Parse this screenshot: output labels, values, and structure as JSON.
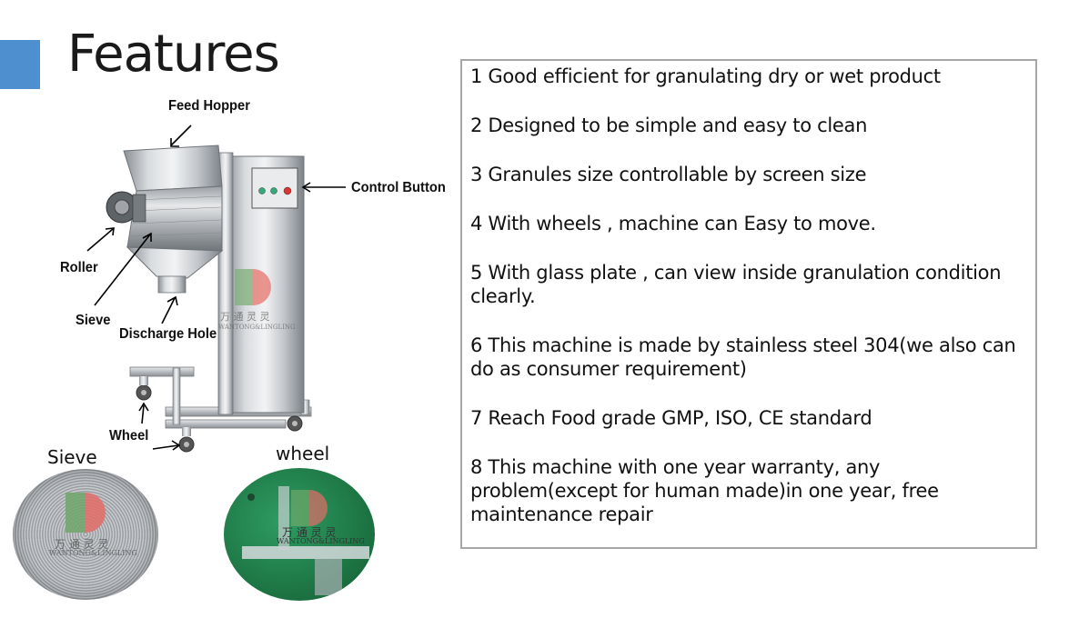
{
  "slide": {
    "title": "Features",
    "accent_color": "#4e8fd0"
  },
  "features": [
    "1 Good efficient for granulating dry or wet product",
    "2 Designed to be simple and easy to clean",
    "3 Granules size controllable by screen size",
    "4 With wheels , machine can Easy to move.",
    "5 With glass plate , can view inside granulation condition clearly.",
    "6  This machine is made by stainless steel 304(we also can do as consumer requirement)",
    "7 Reach Food grade GMP, ISO, CE standard",
    "8 This machine with one year warranty, any problem(except for human made)in one year, free maintenance repair"
  ],
  "diagram": {
    "labels": {
      "feed_hopper": "Feed Hopper",
      "control_button": "Control Button",
      "roller": "Roller",
      "sieve": "Sieve",
      "discharge_hole": "Discharge Hole",
      "wheel": "Wheel"
    }
  },
  "photos": {
    "sieve_caption": "Sieve",
    "wheel_caption": "wheel"
  },
  "watermark": {
    "cn": "万 通 灵 灵",
    "en": "WANTONG&LINGLING"
  }
}
